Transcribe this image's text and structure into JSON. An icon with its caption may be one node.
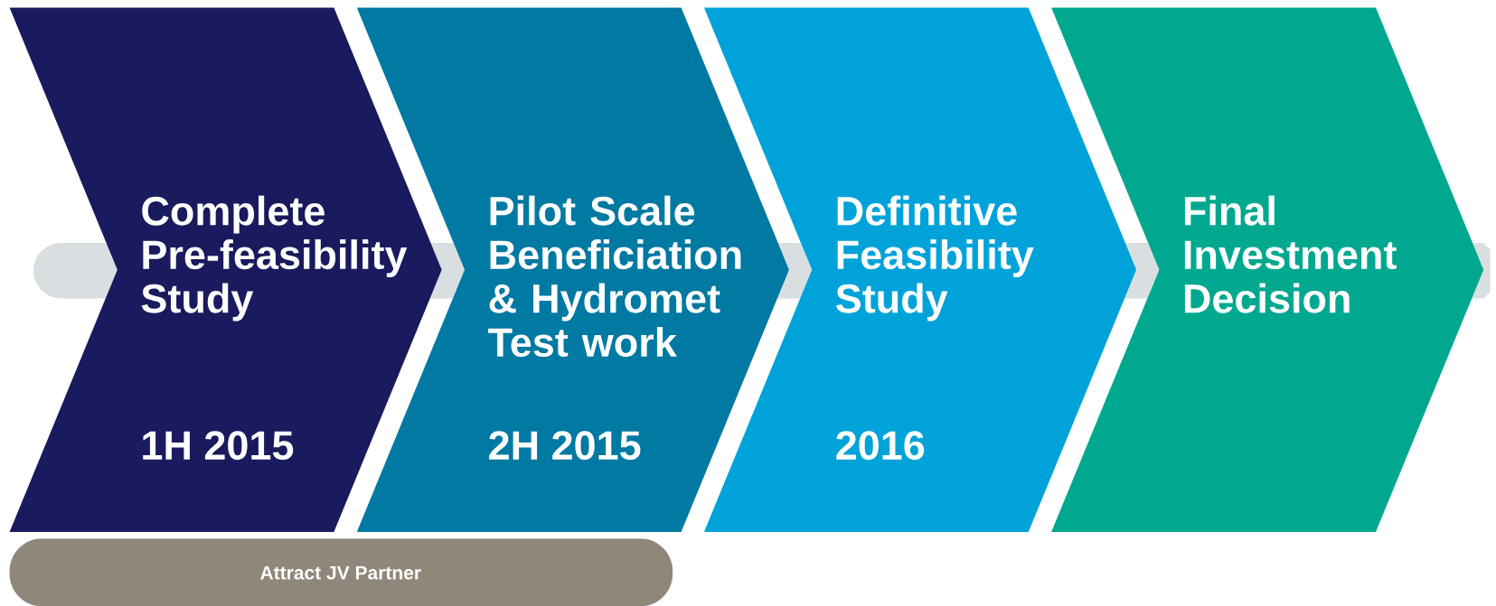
{
  "diagram": {
    "nodes": [
      {
        "text": [
          "Complete Pre-feasibility Study",
          "1H 2015"
        ]
      },
      {
        "text": [
          "Pilot Scale Beneficiation & Hydromet Test work",
          "2H 2015"
        ]
      },
      {
        "text": [
          "Definitive Feasibility Study",
          "2016"
        ]
      },
      {
        "text": [
          "Final Investment Decision"
        ]
      },
      {
        "text": [
          "Attract JV Partner"
        ]
      }
    ]
  }
}
